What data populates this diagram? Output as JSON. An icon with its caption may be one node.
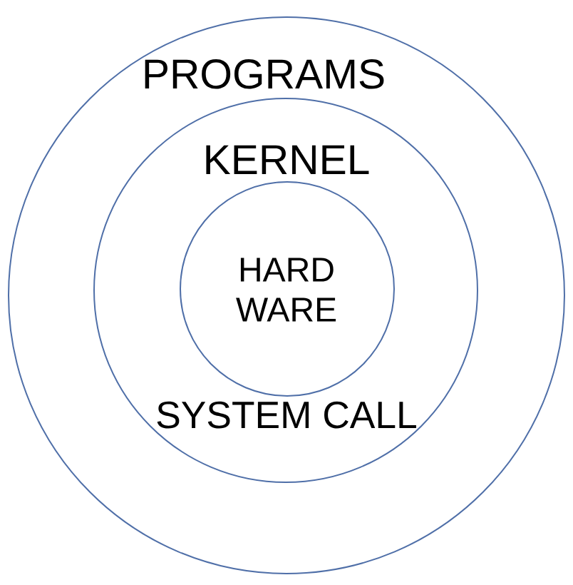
{
  "diagram": {
    "nodes": [
      {
        "text": [
          "PROGRAMS"
        ]
      },
      {
        "text": [
          "KERNEL"
        ],
        "in": 0
      },
      {
        "text": [
          "HARD WARE"
        ],
        "in": 1
      }
    ],
    "labels": [
      "SYSTEM CALL"
    ]
  }
}
